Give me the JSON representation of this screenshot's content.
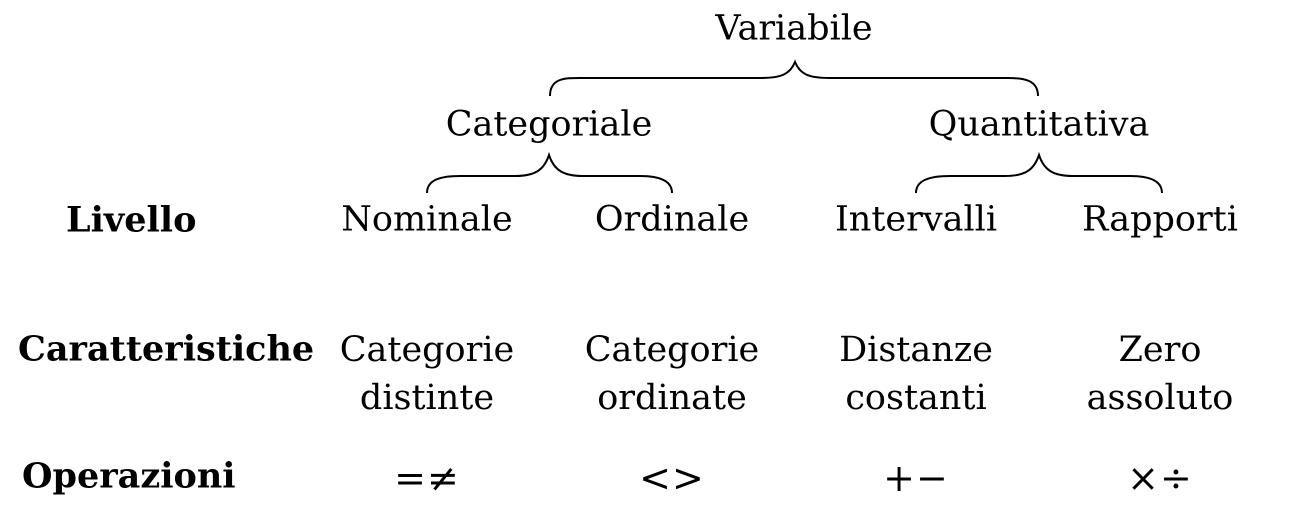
{
  "root": "Variabile",
  "groups": {
    "categorical": "Categoriale",
    "quantitative": "Quantitativa"
  },
  "row_labels": {
    "level": "Livello",
    "characteristics": "Caratteristiche",
    "operations": "Operazioni"
  },
  "columns": [
    {
      "level": "Nominale",
      "char_line1": "Categorie",
      "char_line2": "distinte",
      "operations": "=≠"
    },
    {
      "level": "Ordinale",
      "char_line1": "Categorie",
      "char_line2": "ordinate",
      "operations": "<>"
    },
    {
      "level": "Intervalli",
      "char_line1": "Distanze",
      "char_line2": "costanti",
      "operations": "+−"
    },
    {
      "level": "Rapporti",
      "char_line1": "Zero",
      "char_line2": "assoluto",
      "operations": "×÷"
    }
  ]
}
